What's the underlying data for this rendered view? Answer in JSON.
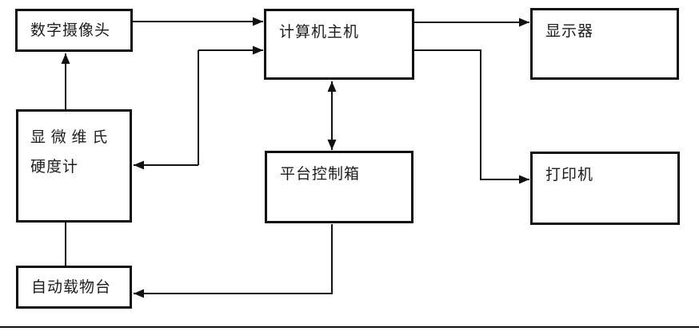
{
  "diagram": {
    "background": "#ffffff",
    "line_color": "#111111",
    "text_color": "#1c1c1c",
    "nodes": {
      "camera": {
        "label": "数字摄像头"
      },
      "computer": {
        "label": "计算机主机"
      },
      "monitor": {
        "label": "显示器"
      },
      "hardness": {
        "line1": "显 微 维 氏",
        "line2": "硬度计"
      },
      "control": {
        "label": "平台控制箱"
      },
      "printer": {
        "label": "打印机"
      },
      "stage": {
        "label": "自动载物台"
      }
    },
    "edges": [
      {
        "from": "数字摄像头",
        "to": "计算机主机",
        "style": "arrow"
      },
      {
        "from": "计算机主机",
        "to": "显微维氏硬度计",
        "style": "double-arrow-elbow"
      },
      {
        "from": "显微维氏硬度计",
        "to": "数字摄像头",
        "style": "arrow"
      },
      {
        "from": "显微维氏硬度计",
        "to": "自动载物台",
        "style": "plain-line"
      },
      {
        "from": "计算机主机",
        "to": "平台控制箱",
        "style": "double-arrow"
      },
      {
        "from": "计算机主机",
        "to": "显示器",
        "style": "arrow"
      },
      {
        "from": "计算机主机",
        "to": "打印机",
        "style": "arrow-elbow"
      },
      {
        "from": "平台控制箱",
        "to": "自动载物台",
        "style": "arrow-elbow"
      }
    ]
  }
}
